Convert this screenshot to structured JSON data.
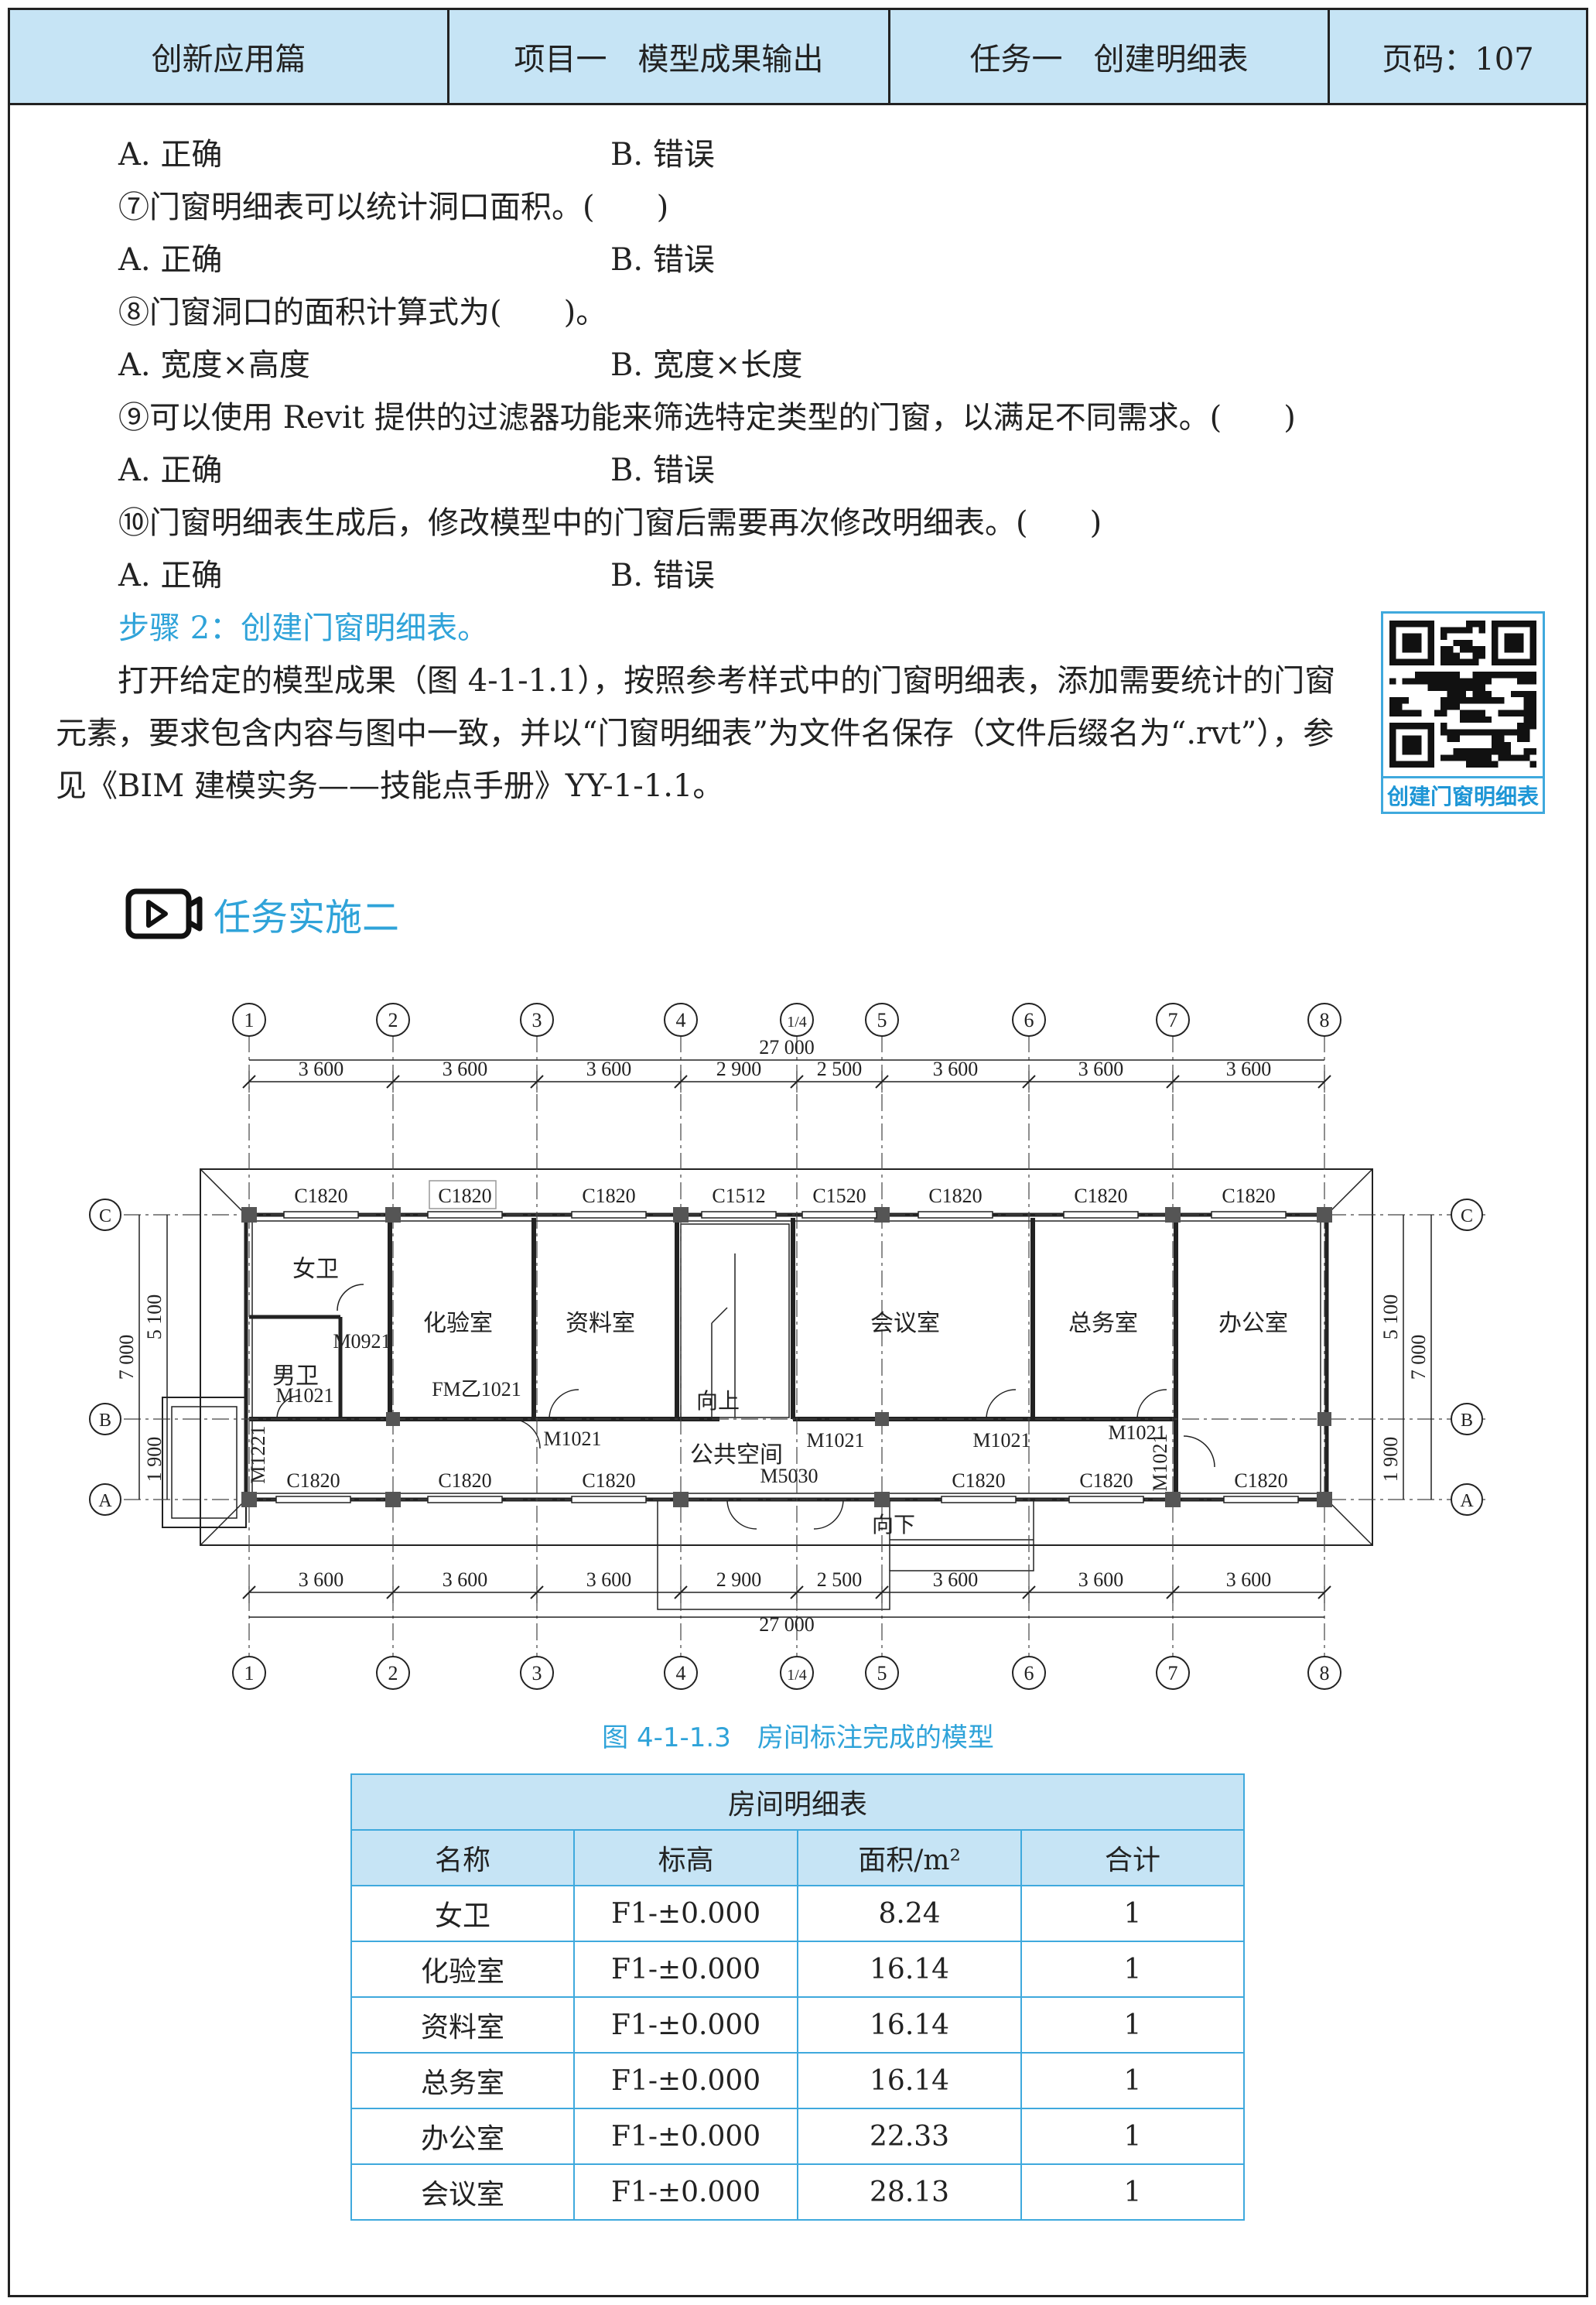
{
  "header": {
    "section": "创新应用篇",
    "project": "项目一　模型成果输出",
    "task": "任务一　创建明细表",
    "page": "页码：107"
  },
  "questions": [
    {
      "type": "opts",
      "a": "A. 正确",
      "b": "B. 错误"
    },
    {
      "type": "q",
      "text": "⑦门窗明细表可以统计洞口面积。(　　)"
    },
    {
      "type": "opts",
      "a": "A. 正确",
      "b": "B. 错误"
    },
    {
      "type": "q",
      "text": "⑧门窗洞口的面积计算式为(　　)。"
    },
    {
      "type": "opts",
      "a": "A. 宽度×高度",
      "b": "B. 宽度×长度"
    },
    {
      "type": "q",
      "text": "⑨可以使用 Revit 提供的过滤器功能来筛选特定类型的门窗，以满足不同需求。(　　)"
    },
    {
      "type": "opts",
      "a": "A. 正确",
      "b": "B. 错误"
    },
    {
      "type": "q",
      "text": "⑩门窗明细表生成后，修改模型中的门窗后需要再次修改明细表。(　　)"
    },
    {
      "type": "opts",
      "a": "A. 正确",
      "b": "B. 错误"
    }
  ],
  "step2": {
    "title": "步骤 2：创建门窗明细表。",
    "lines": [
      "　　打开给定的模型成果（图 4-1-1.1），按照参考样式中的门窗明细表，添加需要统计的门窗",
      "元素，要求包含内容与图中一致，并以“门窗明细表”为文件名保存（文件后缀名为“.rvt”），参",
      "见《BIM 建模实务——技能点手册》YY-1-1.1。"
    ]
  },
  "qr": {
    "label": "创建门窗明细表"
  },
  "task_section": {
    "title": "任务实施二",
    "icon": "video-icon"
  },
  "plan": {
    "axes": [
      "1",
      "2",
      "3",
      "4",
      "1/4",
      "5",
      "6",
      "7",
      "8"
    ],
    "rows": [
      "C",
      "B",
      "A"
    ],
    "total_dim": "27 000",
    "spans": [
      "3 600",
      "3 600",
      "3 600",
      "2 900",
      "2 500",
      "3 600",
      "3 600",
      "3 600"
    ],
    "left_dims": {
      "total": "7 000",
      "upper": "5 100",
      "lower": "1 900"
    },
    "right_dims": {
      "total": "7 000",
      "upper": "5 100",
      "lower": "1 900"
    },
    "top_windows": [
      "C1820",
      "C1820",
      "C1820",
      "C1512",
      "C1520",
      "C1820",
      "C1820",
      "C1820"
    ],
    "bottom_windows": [
      "C1820",
      "C1820",
      "C1820",
      "C1820",
      "C1820",
      "C1820"
    ],
    "rooms": [
      "女卫",
      "男卫",
      "化验室",
      "资料室",
      "会议室",
      "总务室",
      "办公室",
      "公共空间"
    ],
    "doors": [
      "M0921",
      "M1021",
      "FM乙1021",
      "M1021",
      "M1021",
      "M1021",
      "M1021",
      "M1221",
      "M1021",
      "M5030"
    ],
    "stair_up": "向上",
    "stair_down": "向下"
  },
  "figure_caption": "图 4-1-1.3　房间标注完成的模型",
  "room_table": {
    "title": "房间明细表",
    "headers": [
      "名称",
      "标高",
      "面积/m²",
      "合计"
    ],
    "rows": [
      [
        "女卫",
        "F1-±0.000",
        "8.24",
        "1"
      ],
      [
        "化验室",
        "F1-±0.000",
        "16.14",
        "1"
      ],
      [
        "资料室",
        "F1-±0.000",
        "16.14",
        "1"
      ],
      [
        "总务室",
        "F1-±0.000",
        "16.14",
        "1"
      ],
      [
        "办公室",
        "F1-±0.000",
        "22.33",
        "1"
      ],
      [
        "会议室",
        "F1-±0.000",
        "28.13",
        "1"
      ]
    ]
  }
}
